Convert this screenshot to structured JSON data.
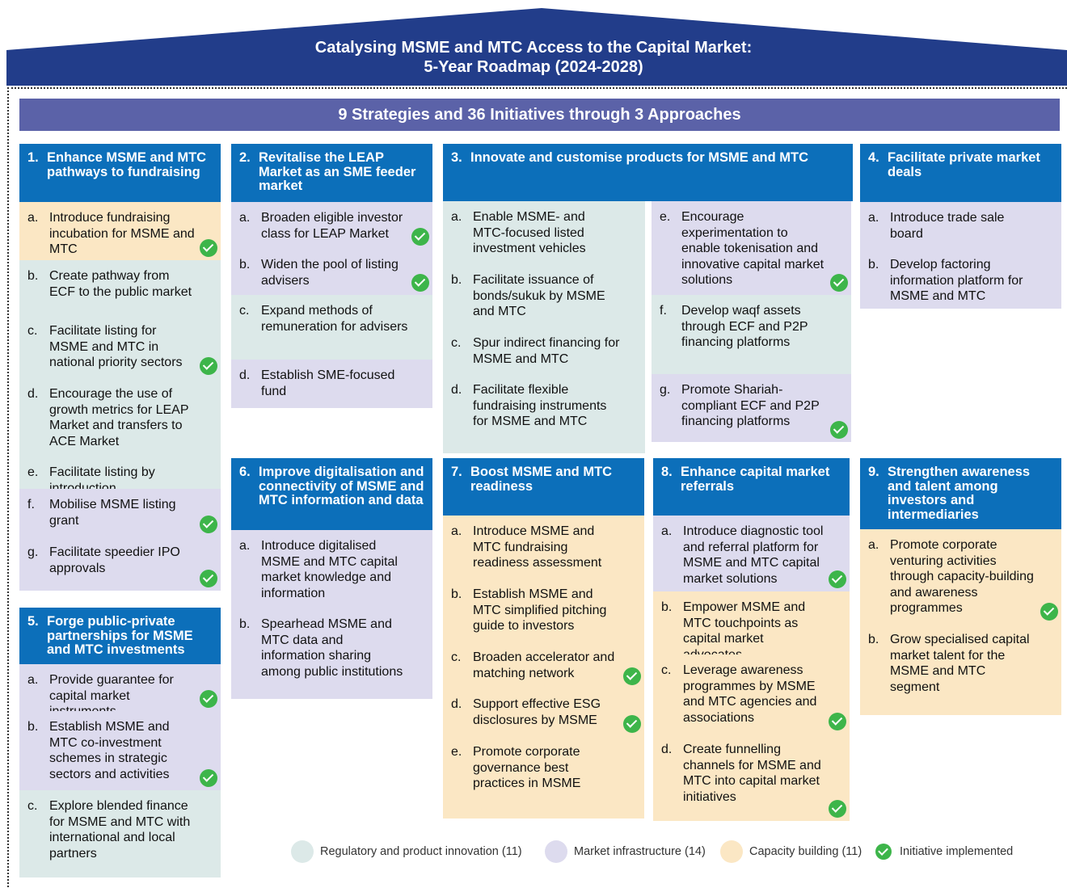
{
  "header": {
    "title_line1": "Catalysing MSME and MTC Access to the Capital Market:",
    "title_line2": "5-Year Roadmap (2024-2028)"
  },
  "banner": "9 Strategies and 36 Initiatives through 3 Approaches",
  "colors": {
    "roof": "#223d8a",
    "banner": "#5b62a8",
    "strategy_header": "#0c6fba",
    "regulatory": "#dce9e8",
    "market_infrastructure": "#dddbee",
    "capacity_building": "#fbe7c4",
    "implemented_check": "#3db54a"
  },
  "strategies": [
    {
      "num": "1.",
      "title": "Enhance MSME and MTC pathways to fundraising",
      "items": [
        {
          "letter": "a.",
          "text": "Introduce fundraising incubation for MSME and MTC",
          "approach": "capacity",
          "implemented": true
        },
        {
          "letter": "b.",
          "text": "Create pathway from ECF to the public market",
          "approach": "regulatory",
          "implemented": false
        },
        {
          "letter": "c.",
          "text": "Facilitate listing for MSME and MTC in national priority sectors",
          "approach": "regulatory",
          "implemented": true
        },
        {
          "letter": "d.",
          "text": "Encourage the use of growth metrics for LEAP Market and transfers to ACE Market",
          "approach": "regulatory",
          "implemented": false
        },
        {
          "letter": "e.",
          "text": "Facilitate listing by introduction",
          "approach": "regulatory",
          "implemented": false
        },
        {
          "letter": "f.",
          "text": "Mobilise MSME listing grant",
          "approach": "market",
          "implemented": true
        },
        {
          "letter": "g.",
          "text": "Facilitate speedier IPO approvals",
          "approach": "market",
          "implemented": true
        }
      ]
    },
    {
      "num": "2.",
      "title": "Revitalise the LEAP Market as an SME feeder market",
      "items": [
        {
          "letter": "a.",
          "text": "Broaden eligible investor class for LEAP Market",
          "approach": "market",
          "implemented": true
        },
        {
          "letter": "b.",
          "text": "Widen the pool of listing advisers",
          "approach": "market",
          "implemented": true
        },
        {
          "letter": "c.",
          "text": "Expand methods of remuneration for advisers",
          "approach": "regulatory",
          "implemented": false
        },
        {
          "letter": "d.",
          "text": "Establish SME-focused fund",
          "approach": "market",
          "implemented": false
        }
      ]
    },
    {
      "num": "3.",
      "title": "Innovate and customise products for MSME and MTC",
      "items": [
        {
          "letter": "a.",
          "text": "Enable MSME- and MTC-focused listed investment vehicles",
          "approach": "regulatory",
          "implemented": false
        },
        {
          "letter": "b.",
          "text": "Facilitate issuance of bonds/sukuk by MSME and MTC",
          "approach": "regulatory",
          "implemented": false
        },
        {
          "letter": "c.",
          "text": "Spur indirect financing for MSME and MTC",
          "approach": "regulatory",
          "implemented": false
        },
        {
          "letter": "d.",
          "text": "Facilitate flexible fundraising instruments for MSME and MTC",
          "approach": "regulatory",
          "implemented": false
        },
        {
          "letter": "e.",
          "text": "Encourage experimentation to enable tokenisation and innovative capital market solutions",
          "approach": "market",
          "implemented": true
        },
        {
          "letter": "f.",
          "text": "Develop waqf assets through ECF and P2P financing platforms",
          "approach": "regulatory",
          "implemented": false
        },
        {
          "letter": "g.",
          "text": "Promote Shariah-compliant ECF and P2P financing platforms",
          "approach": "market",
          "implemented": true
        }
      ]
    },
    {
      "num": "4.",
      "title": "Facilitate private market deals",
      "items": [
        {
          "letter": "a.",
          "text": "Introduce trade sale board",
          "approach": "market",
          "implemented": false
        },
        {
          "letter": "b.",
          "text": "Develop factoring information platform for MSME and MTC",
          "approach": "market",
          "implemented": false
        }
      ]
    },
    {
      "num": "5.",
      "title": "Forge public-private partnerships for MSME and MTC investments",
      "items": [
        {
          "letter": "a.",
          "text": "Provide guarantee for capital market instruments",
          "approach": "market",
          "implemented": true
        },
        {
          "letter": "b.",
          "text": "Establish MSME and MTC co-investment schemes in strategic sectors and activities",
          "approach": "market",
          "implemented": true
        },
        {
          "letter": "c.",
          "text": "Explore blended finance for MSME and MTC with international and local partners",
          "approach": "regulatory",
          "implemented": false
        }
      ]
    },
    {
      "num": "6.",
      "title": "Improve digitalisation and connectivity of MSME and MTC information and data",
      "items": [
        {
          "letter": "a.",
          "text": "Introduce digitalised MSME and MTC capital market knowledge and information",
          "approach": "market",
          "implemented": false
        },
        {
          "letter": "b.",
          "text": "Spearhead MSME and MTC data and information sharing among public institutions",
          "approach": "market",
          "implemented": false
        }
      ]
    },
    {
      "num": "7.",
      "title": "Boost MSME and MTC readiness",
      "items": [
        {
          "letter": "a.",
          "text": "Introduce MSME and MTC fundraising readiness assessment",
          "approach": "capacity",
          "implemented": false
        },
        {
          "letter": "b.",
          "text": "Establish MSME and MTC simplified pitching guide to investors",
          "approach": "capacity",
          "implemented": false
        },
        {
          "letter": "c.",
          "text": "Broaden accelerator and matching network",
          "approach": "capacity",
          "implemented": true
        },
        {
          "letter": "d.",
          "text": "Support effective ESG disclosures by MSME",
          "approach": "capacity",
          "implemented": true
        },
        {
          "letter": "e.",
          "text": "Promote corporate governance best practices in MSME",
          "approach": "capacity",
          "implemented": false
        }
      ]
    },
    {
      "num": "8.",
      "title": "Enhance capital market referrals",
      "items": [
        {
          "letter": "a.",
          "text": "Introduce diagnostic tool and referral platform for MSME and MTC capital market solutions",
          "approach": "market",
          "implemented": true
        },
        {
          "letter": "b.",
          "text": "Empower MSME and MTC touchpoints as capital market advocates",
          "approach": "capacity",
          "implemented": false
        },
        {
          "letter": "c.",
          "text": "Leverage awareness programmes by MSME and MTC agencies and associations",
          "approach": "capacity",
          "implemented": true
        },
        {
          "letter": "d.",
          "text": "Create funnelling channels for MSME and MTC into capital market initiatives",
          "approach": "capacity",
          "implemented": true
        }
      ]
    },
    {
      "num": "9.",
      "title": "Strengthen awareness and talent among investors and intermediaries",
      "items": [
        {
          "letter": "a.",
          "text": "Promote corporate venturing activities through capacity-building and awareness programmes",
          "approach": "capacity",
          "implemented": true
        },
        {
          "letter": "b.",
          "text": "Grow specialised capital market talent for the MSME and MTC segment",
          "approach": "capacity",
          "implemented": false
        }
      ]
    }
  ],
  "legend": {
    "regulatory": "Regulatory and product innovation (11)",
    "market": "Market infrastructure (14)",
    "capacity": "Capacity building (11)",
    "implemented": "Initiative implemented"
  }
}
